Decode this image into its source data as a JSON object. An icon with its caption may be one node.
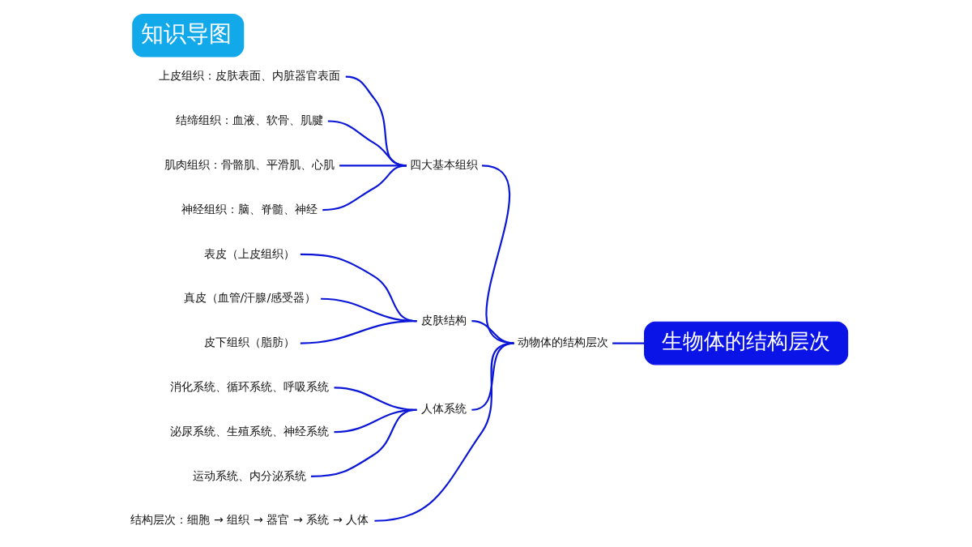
{
  "diagram": {
    "title": "知识导图",
    "nodes": [
      {
        "text": [
          "生物体的结构层次"
        ]
      },
      {
        "text": [
          "动物体的结构层次"
        ]
      },
      {
        "text": [
          "四大基本组织"
        ]
      },
      {
        "text": [
          "上皮组织：皮肤表面、内脏器官表面"
        ]
      },
      {
        "text": [
          "结缔组织：血液、软骨、肌腱"
        ]
      },
      {
        "text": [
          "肌肉组织：骨骼肌、平滑肌、心肌"
        ]
      },
      {
        "text": [
          "神经组织：脑、脊髓、神经"
        ]
      },
      {
        "text": [
          "皮肤结构"
        ]
      },
      {
        "text": [
          "表皮（上皮组织）"
        ]
      },
      {
        "text": [
          "真皮（血管/汗腺/感受器）"
        ]
      },
      {
        "text": [
          "皮下组织（脂肪）"
        ]
      },
      {
        "text": [
          "人体系统"
        ]
      },
      {
        "text": [
          "消化系统、循环系统、呼吸系统"
        ]
      },
      {
        "text": [
          "泌尿系统、生殖系统、神经系统"
        ]
      },
      {
        "text": [
          "运动系统、内分泌系统"
        ]
      },
      {
        "text": [
          "结构层次：细胞 → 组织 → 器官 → 系统 → 人体"
        ]
      }
    ],
    "edges": [
      {
        "from": 0,
        "to": 1,
        "arrow": "none"
      },
      {
        "from": 1,
        "to": 2,
        "arrow": "none"
      },
      {
        "from": 2,
        "to": 3,
        "arrow": "none"
      },
      {
        "from": 2,
        "to": 4,
        "arrow": "none"
      },
      {
        "from": 2,
        "to": 5,
        "arrow": "none"
      },
      {
        "from": 2,
        "to": 6,
        "arrow": "none"
      },
      {
        "from": 1,
        "to": 7,
        "arrow": "none"
      },
      {
        "from": 7,
        "to": 8,
        "arrow": "none"
      },
      {
        "from": 7,
        "to": 9,
        "arrow": "none"
      },
      {
        "from": 7,
        "to": 10,
        "arrow": "none"
      },
      {
        "from": 1,
        "to": 11,
        "arrow": "none"
      },
      {
        "from": 11,
        "to": 12,
        "arrow": "none"
      },
      {
        "from": 11,
        "to": 13,
        "arrow": "none"
      },
      {
        "from": 11,
        "to": 14,
        "arrow": "none"
      },
      {
        "from": 1,
        "to": 15,
        "arrow": "none"
      }
    ]
  }
}
